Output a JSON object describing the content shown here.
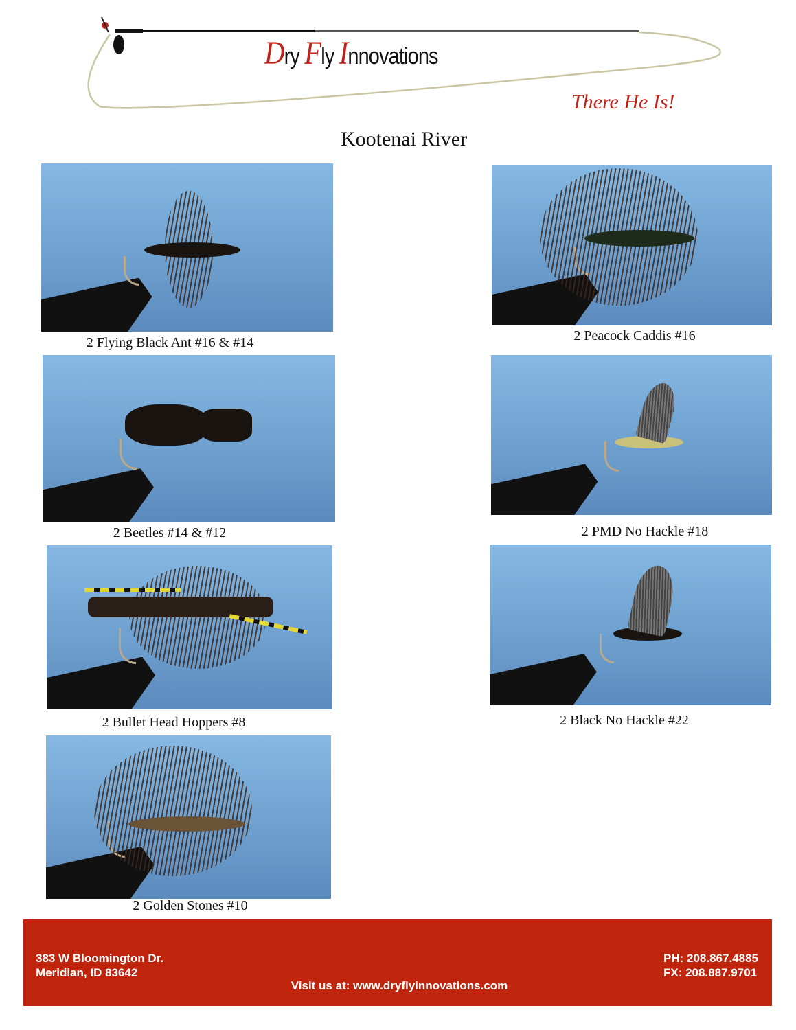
{
  "header": {
    "brand": {
      "d": "D",
      "ry": "ry ",
      "f": "F",
      "ly": "ly ",
      "i": "I",
      "nnovations": "nnovations"
    },
    "tagline": "There He Is!",
    "colors": {
      "accent": "#c0231a",
      "line": "#c9c7a3"
    }
  },
  "page": {
    "title": "Kootenai River"
  },
  "flies": [
    {
      "caption": "2 Flying Black Ant #16  & #14"
    },
    {
      "caption": "2 Peacock Caddis #16"
    },
    {
      "caption": "2 Beetles #14 & #12"
    },
    {
      "caption": "2 PMD No Hackle #18"
    },
    {
      "caption": "2 Bullet Head Hoppers #8"
    },
    {
      "caption": "2 Black No Hackle #22"
    },
    {
      "caption": "2 Golden Stones #10"
    }
  ],
  "footer": {
    "address_line1": "383 W Bloomington Dr.",
    "address_line2": "Meridian, ID 83642",
    "phone": "PH:  208.867.4885",
    "fax": "FX:   208.887.9701",
    "website": "Visit us at: www.dryflyinnovations.com",
    "color": "#bf250d"
  }
}
